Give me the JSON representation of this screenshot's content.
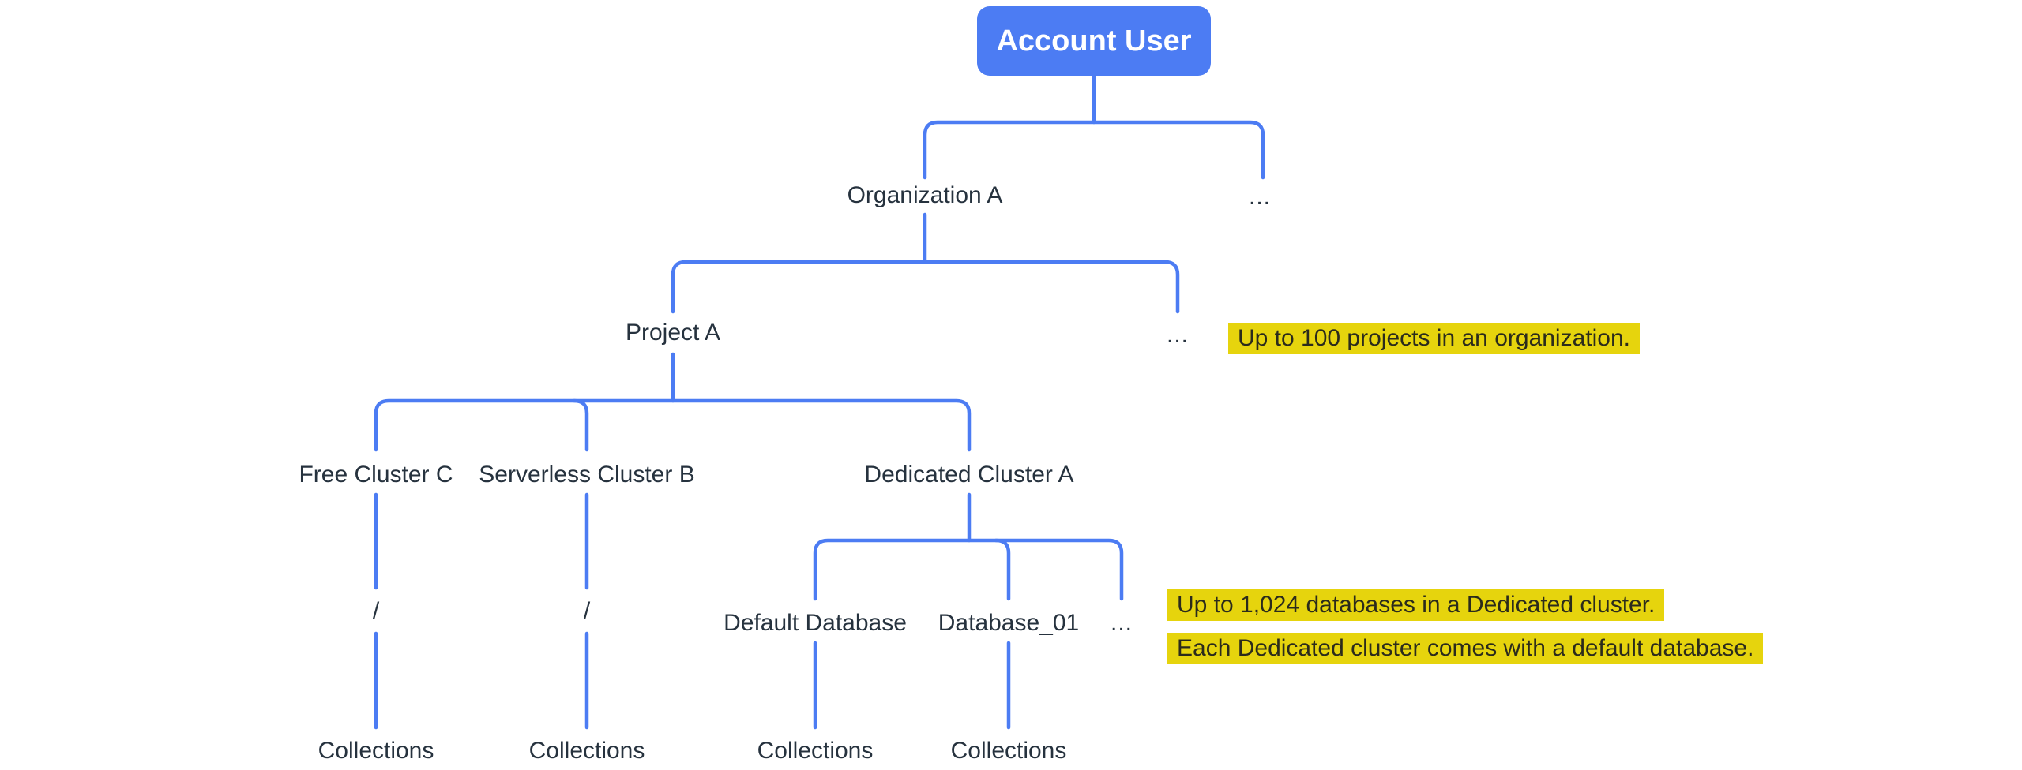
{
  "diagram": {
    "root": {
      "label": "Account User"
    },
    "nodes": {
      "organization": "Organization A",
      "organization_more": "...",
      "project": "Project A",
      "project_more": "...",
      "free_cluster": "Free Cluster C",
      "serverless_cluster": "Serverless Cluster B",
      "dedicated_cluster": "Dedicated Cluster A",
      "default_database": "Default Database",
      "database_01": "Database_01",
      "databases_more": "...",
      "free_cluster_database_slash": "/",
      "serverless_cluster_database_slash": "/",
      "collections": [
        "Collections",
        "Collections",
        "Collections",
        "Collections"
      ]
    },
    "annotations": {
      "projects_limit": "Up to 100 projects in an organization.",
      "databases_limit": "Up to 1,024 databases in a Dedicated cluster.",
      "default_database_note": "Each Dedicated cluster comes with a default database."
    },
    "colors": {
      "node_blue": "#4C7CF3",
      "connector_blue": "#4C7CF3",
      "highlight_yellow": "#E6D40D",
      "label_text": "#26323E",
      "highlight_text": "#2B2B1C",
      "root_text": "#FFFFFF"
    }
  }
}
